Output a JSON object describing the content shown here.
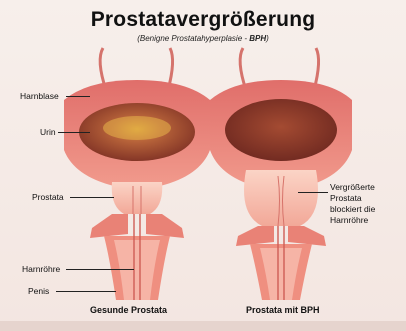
{
  "title": "Prostatavergrößerung",
  "subtitle_part1": "(Benigne Prostatahyperplasie - ",
  "subtitle_part2": "BPH",
  "subtitle_part3": ")",
  "labels": {
    "harnblase": "Harnblase",
    "urin": "Urin",
    "prostata": "Prostata",
    "harnroehre": "Harnröhre",
    "penis": "Penis",
    "vergroessert": "Vergrößerte\nProstata\nblockiert die\nHarnröhre"
  },
  "captions": {
    "left": "Gesunde Prostata",
    "right": "Prostata mit BPH"
  },
  "edge_text": "",
  "colors": {
    "tissue": "#e8807c",
    "tissue_light": "#f6b3a8",
    "urine": "#a5472e",
    "prostate": "#f6c0b2",
    "urethra": "#f3a598"
  }
}
